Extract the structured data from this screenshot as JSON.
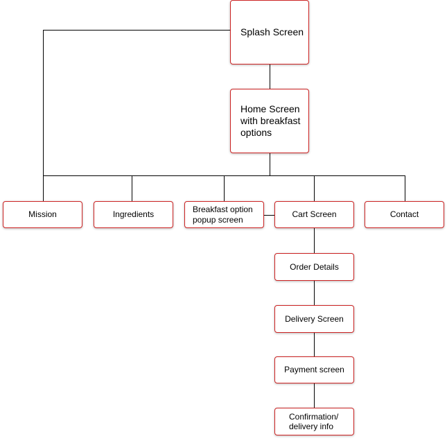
{
  "diagram": {
    "line_color": "#000000",
    "box_border_color": "#cc2222",
    "nodes": {
      "splash": "Splash Screen",
      "home": "Home Screen with breakfast options",
      "mission": "Mission",
      "ingredients": "Ingredients",
      "breakfast_popup": "Breakfast option popup screen",
      "cart": "Cart Screen",
      "contact": "Contact",
      "order_details": "Order Details",
      "delivery": "Delivery Screen",
      "payment": "Payment screen",
      "confirmation": "Confirmation/ delivery info"
    }
  }
}
